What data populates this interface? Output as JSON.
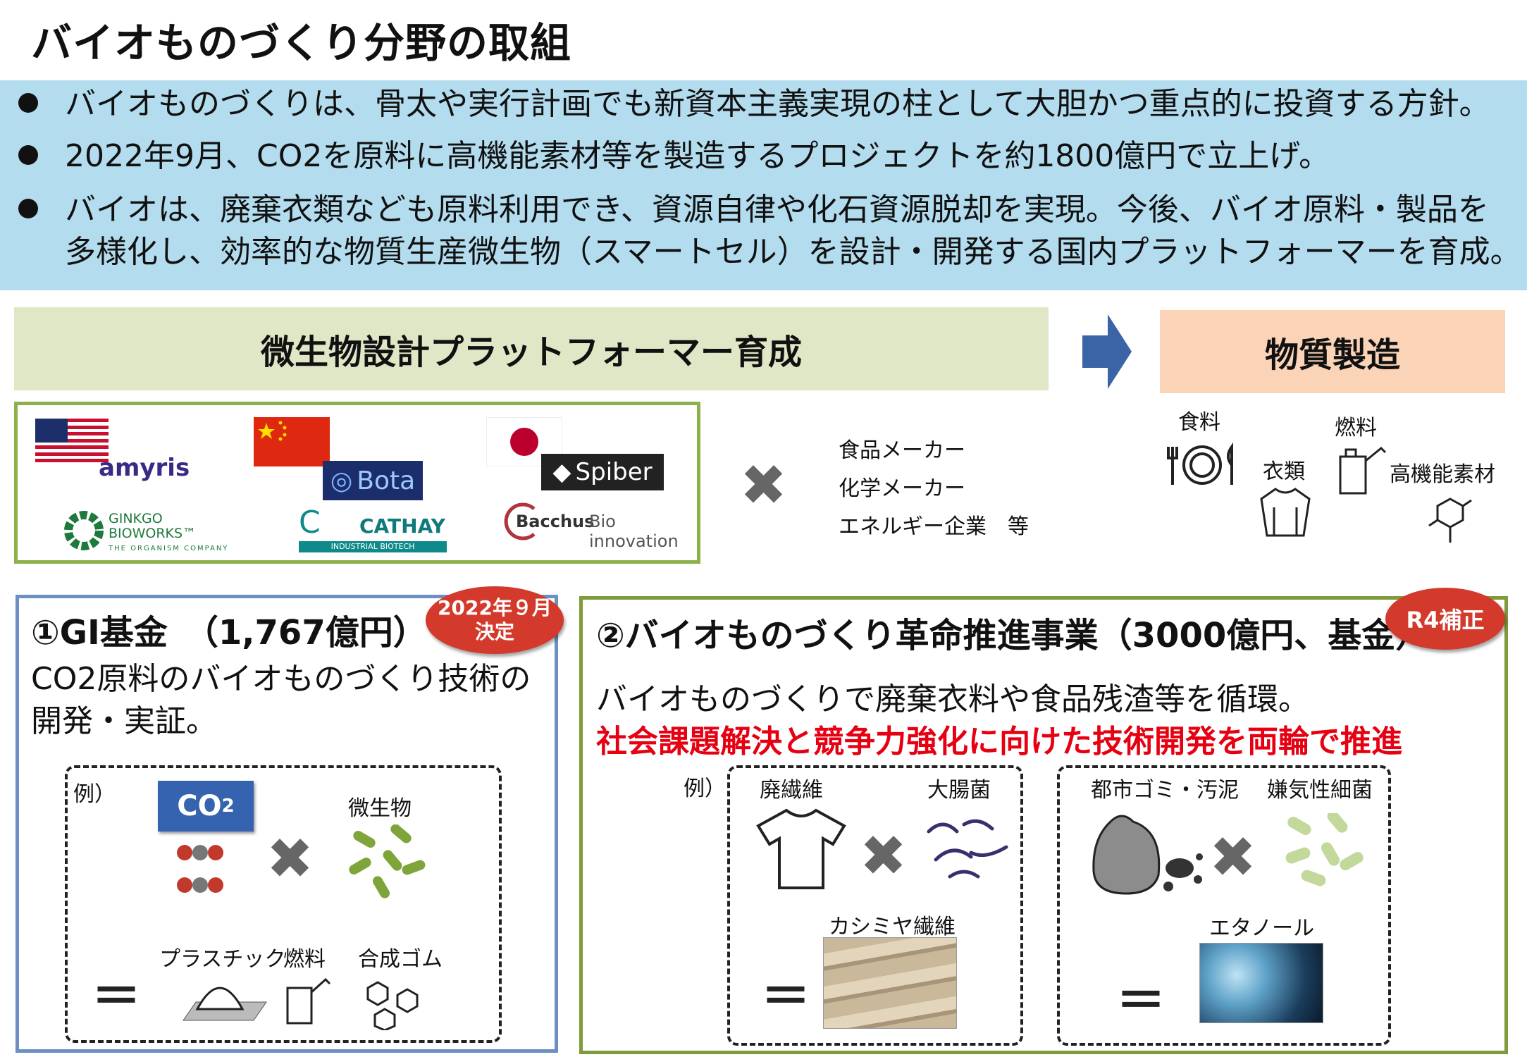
{
  "title": "バイオものづくり分野の取組",
  "bullets": [
    "バイオものづくりは、骨太や実行計画でも新資本主義実現の柱として大胆かつ重点的に投資する方針。",
    "2022年9月、CO2を原料に高機能素材等を製造するプロジェクトを約1800億円で立上げ。",
    "バイオは、廃棄衣類なども原料利用でき、資源自律や化石資源脱却を実現。今後、バイオ原料・製品を",
    "多様化し、効率的な物質生産微生物（スマートセル）を設計・開発する国内プラットフォーマーを育成。"
  ],
  "platform_band": "微生物設計プラットフォーマー育成",
  "production_band": "物質製造",
  "logos": {
    "amyris": "amyris",
    "ginkgo": [
      "GINKGO",
      "BIOWORKS™",
      "THE ORGANISM COMPANY"
    ],
    "bota": "Bota",
    "cathay": "CATHAY",
    "cathay_sub": "INDUSTRIAL BIOTECH",
    "spiber": "Spiber",
    "bacchus": "Bacchus",
    "bacchus_sub": "Bio innovation"
  },
  "partners": [
    "食品メーカー",
    "化学メーカー",
    "エネルギー企業　等"
  ],
  "products": {
    "food": "食料",
    "clothing": "衣類",
    "fuel": "燃料",
    "materials": "高機能素材"
  },
  "gi_fund": {
    "title": "①GI基金　（1,767億円）",
    "badge": [
      "2022年９月",
      "決定"
    ],
    "desc": [
      "CO2原料のバイオものづくり技術の",
      "開発・実証。"
    ],
    "example": "例）",
    "co2": "CO",
    "co2_sub": "2",
    "microbe": "微生物",
    "outputs": [
      "プラスチック",
      "燃料",
      "合成ゴム"
    ]
  },
  "bio_rev": {
    "title": "②バイオものづくり革命推進事業（3000億円、基金）",
    "badge": "R4補正",
    "desc": "バイオものづくりで廃棄衣料や食品残渣等を循環。",
    "highlight": "社会課題解決と競争力強化に向けた技術開発を両輪で推進",
    "example": "例）",
    "left": {
      "input": "廃繊維",
      "microbe": "大腸菌",
      "output": "カシミヤ繊維"
    },
    "right": {
      "input": "都市ゴミ・汚泥",
      "microbe": "嫌気性細菌",
      "output": "エタノール"
    }
  },
  "colors": {
    "band_blue": "#b3dcee",
    "band_green": "#dfe7c6",
    "band_orange": "#fbd3b7",
    "accent_red": "#e60012"
  }
}
